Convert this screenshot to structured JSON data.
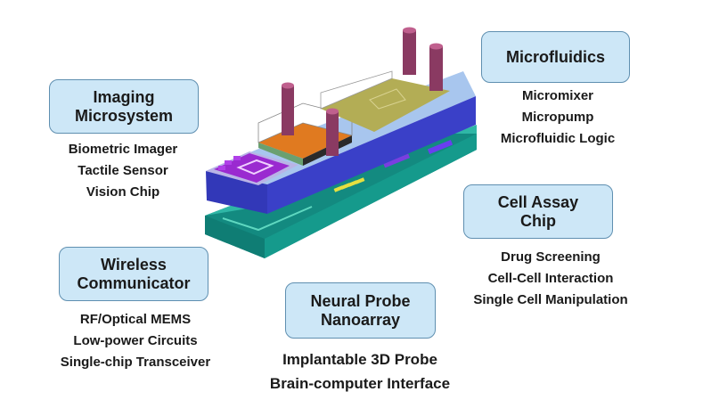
{
  "modules": {
    "imaging": {
      "title_line1": "Imaging",
      "title_line2": "Microsystem",
      "items": [
        "Biometric Imager",
        "Tactile Sensor",
        "Vision Chip"
      ]
    },
    "microfluidics": {
      "title_line1": "Microfluidics",
      "items": [
        "Micromixer",
        "Micropump",
        "Microfluidic Logic"
      ]
    },
    "cell_assay": {
      "title_line1": "Cell Assay",
      "title_line2": "Chip",
      "items": [
        "Drug Screening",
        "Cell-Cell Interaction",
        "Single Cell Manipulation"
      ]
    },
    "wireless": {
      "title_line1": "Wireless",
      "title_line2": "Communicator",
      "items": [
        "RF/Optical MEMS",
        "Low-power Circuits",
        "Single-chip Transceiver"
      ]
    },
    "neural": {
      "title_line1": "Neural Probe",
      "title_line2": "Nanoarray",
      "items": [
        "Implantable 3D Probe",
        "Brain-computer Interface"
      ]
    }
  },
  "colors": {
    "box_fill": "#cde7f7",
    "box_border": "#5f8fb0",
    "slab_top": "#8fb4e8",
    "slab_front": "#3a3fc0",
    "base": "#1aa596",
    "pillar": "#8a3a62",
    "orange_chip": "#e07a20",
    "olive_chip": "#b3ad55",
    "purple_chip": "#9a2ad0"
  }
}
